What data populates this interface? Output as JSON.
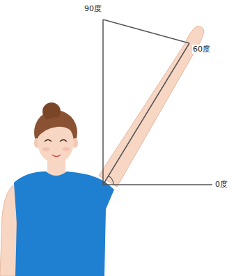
{
  "diagram": {
    "labels": [
      "90度",
      "60度",
      "0度"
    ]
  }
}
